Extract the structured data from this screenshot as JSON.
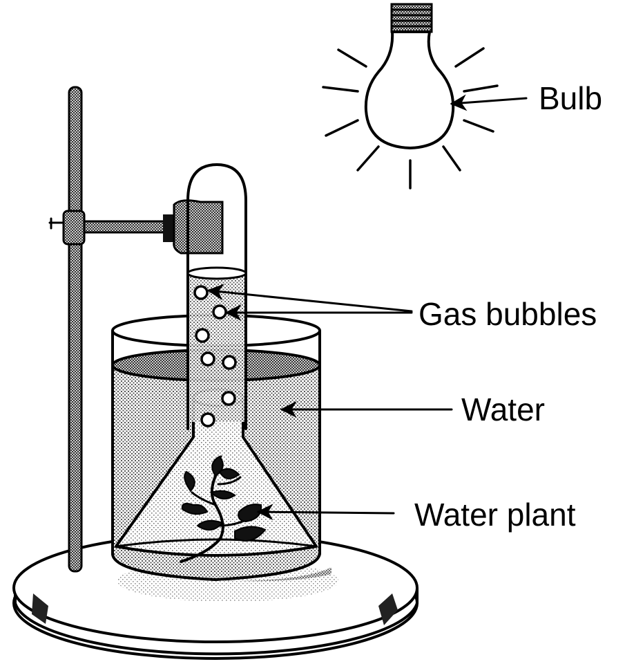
{
  "labels": {
    "bulb": "Bulb",
    "gas_bubbles": "Gas bubbles",
    "water": "Water",
    "water_plant": "Water plant"
  },
  "colors": {
    "ink": "#000000",
    "paper": "#ffffff",
    "stipple": "#9a9a9a",
    "rod": "#8c8c8c"
  }
}
